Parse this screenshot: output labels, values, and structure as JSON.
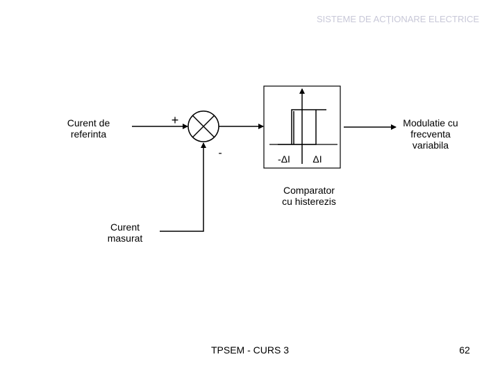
{
  "header": {
    "title": "SISTEME DE ACŢIONARE ELECTRICE",
    "title_color": "#c8c8d8"
  },
  "diagram": {
    "reference_label": "Curent de\nreferinta",
    "measured_label": "Curent\nmasurat",
    "plus_sign": "+",
    "minus_sign": "-",
    "comparator_label": "Comparator\ncu histerezis",
    "neg_threshold": "-ΔI",
    "pos_threshold": "ΔI",
    "output_label": "Modulatie cu\nfrecventa\nvariabila"
  },
  "footer": {
    "course": "TPSEM - CURS 3",
    "page_number": "62"
  }
}
